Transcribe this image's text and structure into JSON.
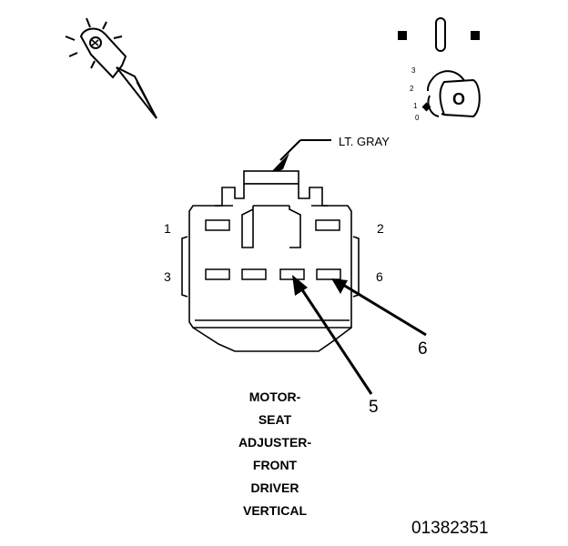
{
  "connector_color_label": "LT. GRAY",
  "pin_numbers": {
    "pin1": "1",
    "pin2": "2",
    "pin3": "3",
    "pin6": "6"
  },
  "callouts": {
    "pin5": "5",
    "pin6": "6"
  },
  "ignition_positions": [
    "3",
    "2",
    "1",
    "0"
  ],
  "ignition_key_label": "O",
  "component_caption": [
    "MOTOR-",
    "SEAT",
    "ADJUSTER-",
    "FRONT",
    "DRIVER",
    "VERTICAL"
  ],
  "document_number": "01382351",
  "icons": {
    "probe": "test-probe-icon",
    "ignition": "ignition-switch-off-icon"
  }
}
